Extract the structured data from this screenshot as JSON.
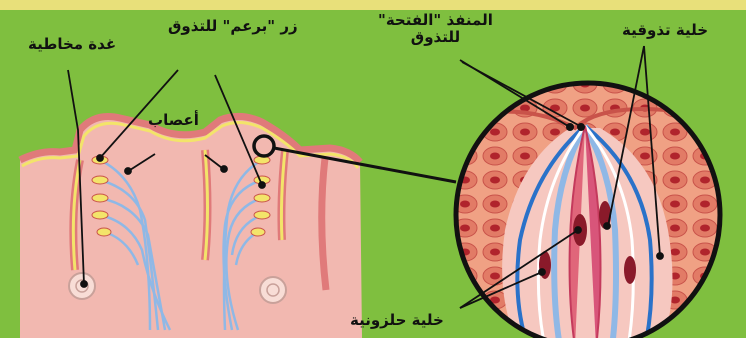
{
  "labels": {
    "mucous_gland": "غدة مخاطية",
    "taste_bud": "زر \"برعم\" للتذوق",
    "nerves": "أعصاب",
    "taste_pore_line1": "المنفذ \"الفتحة\"",
    "taste_pore_line2": "للتذوق",
    "taste_cell": "خلية تذوقية",
    "spiral_cell": "خلية حلزونية"
  },
  "colors": {
    "background": "#7fbf3f",
    "tissue": "#f2b8b0",
    "tissue_surface": "#e07a7a",
    "tissue_edge": "#f3e46a",
    "nerve": "#8fb8e6",
    "zoom_outline": "#111111",
    "cell_fill": "#e98070",
    "cell_nucleus": "#b8282e"
  }
}
